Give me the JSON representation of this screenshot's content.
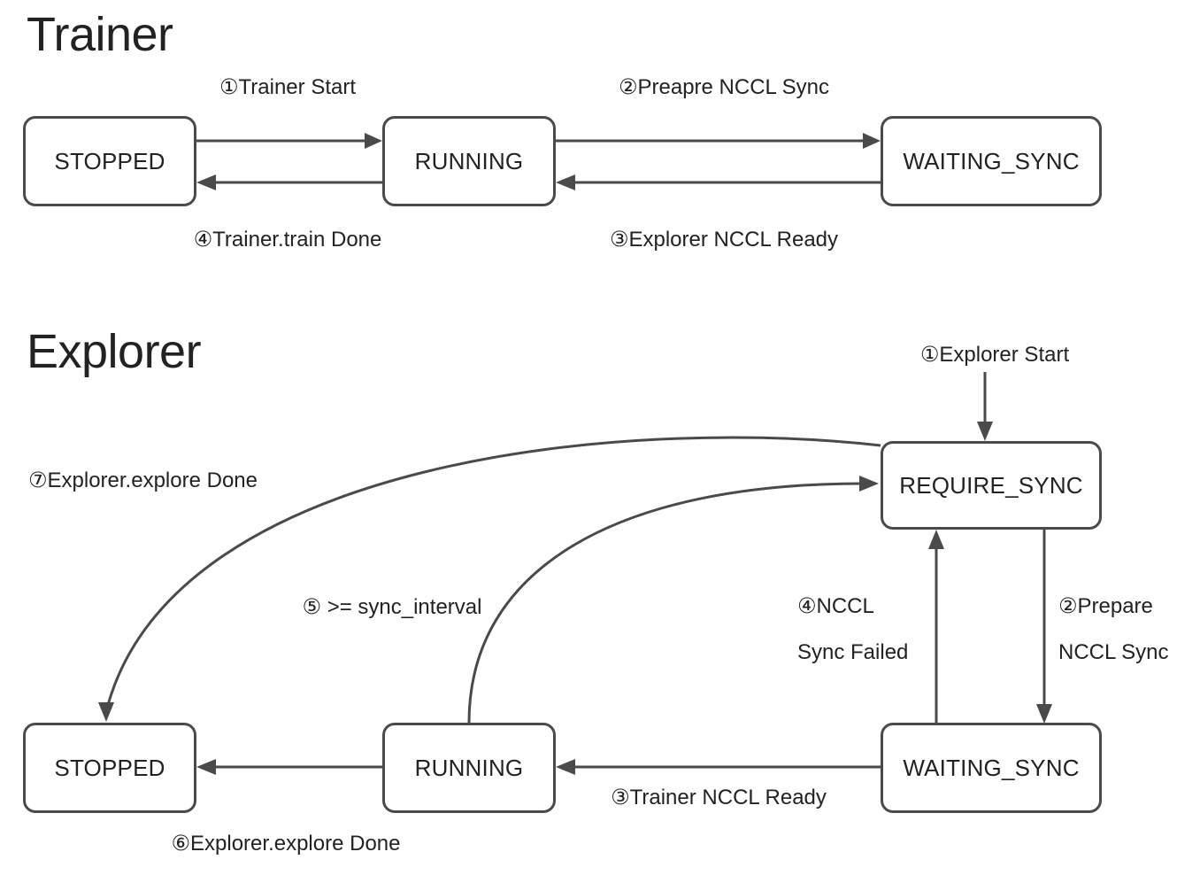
{
  "diagram": {
    "type": "state-machine",
    "background_color": "#ffffff",
    "node_border_color": "#4a4a4a",
    "edge_color": "#4a4a4a",
    "text_color": "#222222"
  },
  "sections": [
    {
      "id": "trainer",
      "title": "Trainer",
      "states": [
        {
          "id": "trainer-stopped",
          "label": "STOPPED"
        },
        {
          "id": "trainer-running",
          "label": "RUNNING"
        },
        {
          "id": "trainer-waiting-sync",
          "label": "WAITING_SYNC"
        }
      ],
      "transitions": [
        {
          "id": "t1",
          "label": "①Trainer Start",
          "from": "STOPPED",
          "to": "RUNNING"
        },
        {
          "id": "t2",
          "label": "②Preapre NCCL Sync",
          "from": "RUNNING",
          "to": "WAITING_SYNC"
        },
        {
          "id": "t3",
          "label": "③Explorer NCCL Ready",
          "from": "WAITING_SYNC",
          "to": "RUNNING"
        },
        {
          "id": "t4",
          "label": "④Trainer.train Done",
          "from": "RUNNING",
          "to": "STOPPED"
        }
      ]
    },
    {
      "id": "explorer",
      "title": "Explorer",
      "states": [
        {
          "id": "explorer-require-sync",
          "label": "REQUIRE_SYNC"
        },
        {
          "id": "explorer-stopped",
          "label": "STOPPED"
        },
        {
          "id": "explorer-running",
          "label": "RUNNING"
        },
        {
          "id": "explorer-waiting-sync",
          "label": "WAITING_SYNC"
        }
      ],
      "transitions": [
        {
          "id": "e1",
          "label": "①Explorer Start",
          "from": "start",
          "to": "REQUIRE_SYNC"
        },
        {
          "id": "e2",
          "label_line1": "②Prepare",
          "label_line2": "NCCL Sync",
          "from": "REQUIRE_SYNC",
          "to": "WAITING_SYNC"
        },
        {
          "id": "e3",
          "label": "③Trainer NCCL Ready",
          "from": "WAITING_SYNC",
          "to": "RUNNING"
        },
        {
          "id": "e4",
          "label_line1": "④NCCL",
          "label_line2": "Sync Failed",
          "from": "WAITING_SYNC",
          "to": "REQUIRE_SYNC"
        },
        {
          "id": "e5",
          "label": "⑤ >= sync_interval",
          "from": "RUNNING",
          "to": "REQUIRE_SYNC"
        },
        {
          "id": "e6",
          "label": "⑥Explorer.explore Done",
          "from": "RUNNING",
          "to": "STOPPED"
        },
        {
          "id": "e7",
          "label": "⑦Explorer.explore Done",
          "from": "REQUIRE_SYNC",
          "to": "STOPPED"
        }
      ]
    }
  ]
}
